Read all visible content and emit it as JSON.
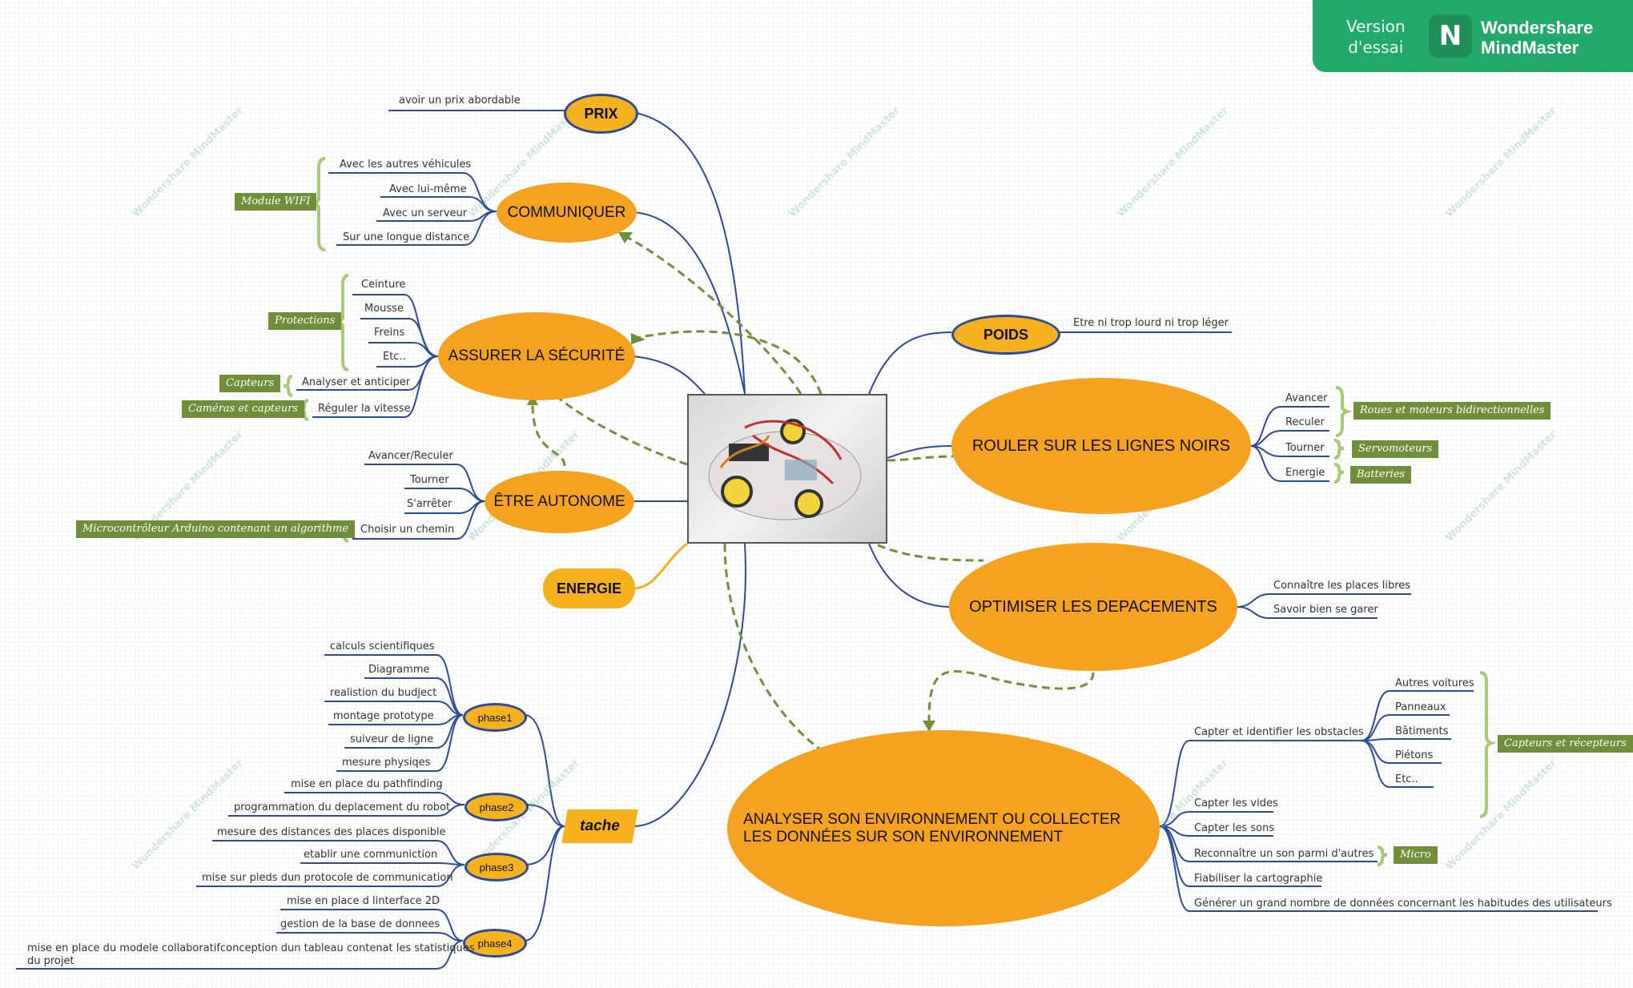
{
  "banner": {
    "version": "Version",
    "trial": "d'essai",
    "brand1": "Wondershare",
    "brand2": "MindMaster",
    "logo": "N"
  },
  "watermark": "Wondershare MindMaster",
  "topics": {
    "prix": "PRIX",
    "communiquer": "COMMUNIQUER",
    "securite": "ASSURER LA SÉCURITÉ",
    "autonome": "ÊTRE AUTONOME",
    "energie": "ENERGIE",
    "tache": "tache",
    "poids": "POIDS",
    "rouler": "ROULER SUR LES LIGNES NOIRS",
    "optimiser": "OPTIMISER LES DEPACEMENTS",
    "analyser1": "ANALYSER SON ENVIRONNEMENT OU COLLECTER",
    "analyser2": "LES DONNÉES SUR SON ENVIRONNEMENT"
  },
  "prix": [
    "avoir un prix abordable"
  ],
  "communiquer": {
    "items": [
      "Avec les autres véhicules",
      "Avec lui-même",
      "Avec un serveur",
      "Sur une longue distance"
    ],
    "tag": "Module WIFI"
  },
  "securite": {
    "items": [
      "Ceinture",
      "Mousse",
      "Freins",
      "Etc..",
      "Analyser et anticiper",
      "Réguler la vitesse"
    ],
    "tags": [
      "Protections",
      "Capteurs",
      "Caméras et capteurs"
    ]
  },
  "autonome": {
    "items": [
      "Avancer/Reculer",
      "Tourner",
      "S'arrêter",
      "Choisir un chemin"
    ],
    "tag": "Microcontrôleur Arduino contenant un algorithme"
  },
  "tache": {
    "phases": [
      "phase1",
      "phase2",
      "phase3",
      "phase4"
    ],
    "phase1": [
      "calculs scientifiques",
      "Diagramme",
      "realistion du budject",
      "montage prototype",
      "suiveur de ligne",
      "mesure physiqes"
    ],
    "phase2": [
      "mise en place du pathfinding",
      "programmation du deplacement du robot"
    ],
    "phase3": [
      "mesure des distances des places disponible",
      "etablir  une communiction",
      "mise sur pieds dun protocole de communication"
    ],
    "phase4": [
      "mise en place d linterface 2D",
      "gestion de la base de donnees",
      "mise en place du modele collaboratifconception dun tableau contenat les statistiques",
      "du projet"
    ]
  },
  "poids": [
    "Etre ni trop lourd ni trop léger"
  ],
  "rouler": {
    "items": [
      "Avancer",
      "Reculer",
      "Tourner",
      "Energie"
    ],
    "tags": [
      "Roues et moteurs bidirectionnelles",
      "Servomoteurs",
      "Batteries"
    ]
  },
  "optimiser": [
    "Connaître les places libres",
    "Savoir bien se garer"
  ],
  "analyser": {
    "obstacles": "Capter et identifier les obstacles",
    "sub": [
      "Autres voitures",
      "Panneaux",
      "Bâtiments",
      "Piétons",
      "Etc.."
    ],
    "subtag": "Capteurs et récepteurs",
    "items": [
      "Capter les vides",
      "Capter les sons",
      "Reconnaître un son parmi d'autres",
      "Fiabiliser la cartographie",
      "Générer un grand nombre de données concernant les habitudes des utilisateurs"
    ],
    "micro": "Micro"
  },
  "colors": {
    "line": "#2b4a9a",
    "relation": "#6f8f3a",
    "topic": "#f4a21f",
    "tag": "#6f8f3a",
    "banner": "#22a86a"
  }
}
